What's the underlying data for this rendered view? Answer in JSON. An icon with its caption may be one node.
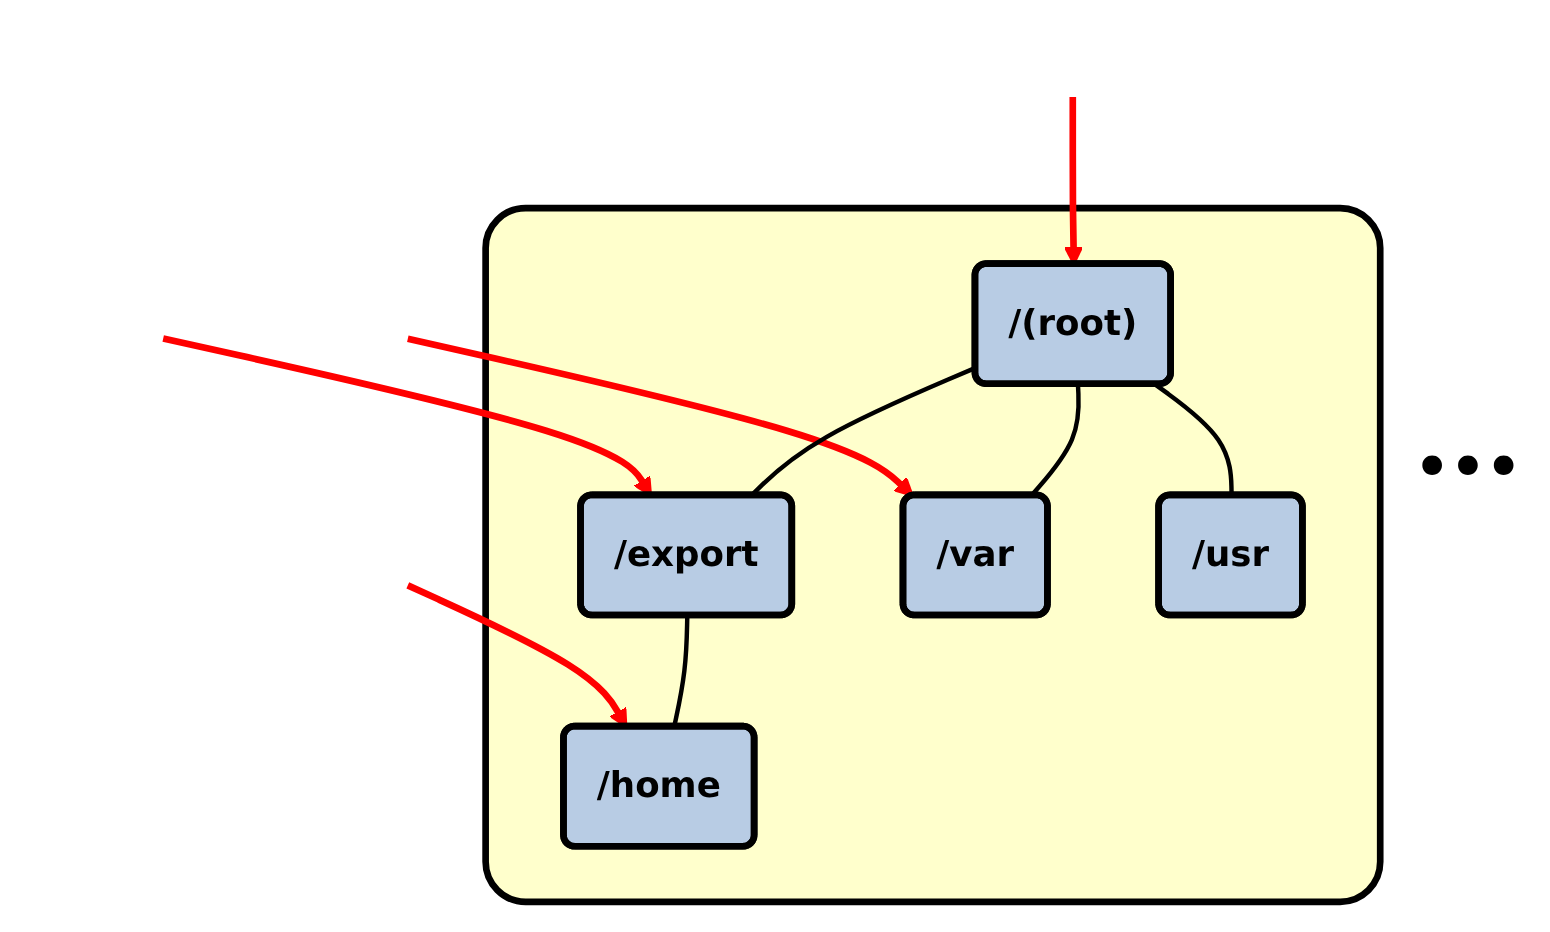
{
  "diagram": {
    "nodes": [
      {
        "text": [],
        "shape": "box"
      },
      {
        "text": [
          "/(root)"
        ],
        "in": 0
      },
      {
        "text": [
          "/export"
        ],
        "in": 0
      },
      {
        "text": [
          "/var"
        ],
        "in": 0
      },
      {
        "text": [
          "/usr"
        ],
        "in": 0
      },
      {
        "text": [
          "/home"
        ],
        "in": 0
      }
    ],
    "edges": [
      {
        "from": null,
        "to": 1,
        "arrow": "to",
        "color": "#ff0000"
      },
      {
        "from": null,
        "to": 3,
        "arrow": "to",
        "color": "#ff0000"
      },
      {
        "from": null,
        "to": 2,
        "arrow": "to",
        "color": "#ff0000"
      },
      {
        "from": null,
        "to": 5,
        "arrow": "to",
        "color": "#ff0000"
      },
      {
        "from": 1,
        "to": 2,
        "arrow": "none",
        "color": "#000000"
      },
      {
        "from": 1,
        "to": 3,
        "arrow": "none",
        "color": "#000000"
      },
      {
        "from": 1,
        "to": 4,
        "arrow": "none",
        "color": "#000000"
      },
      {
        "from": 2,
        "to": 5,
        "arrow": "none",
        "color": "#000000"
      }
    ],
    "labels": [
      "•••"
    ]
  }
}
